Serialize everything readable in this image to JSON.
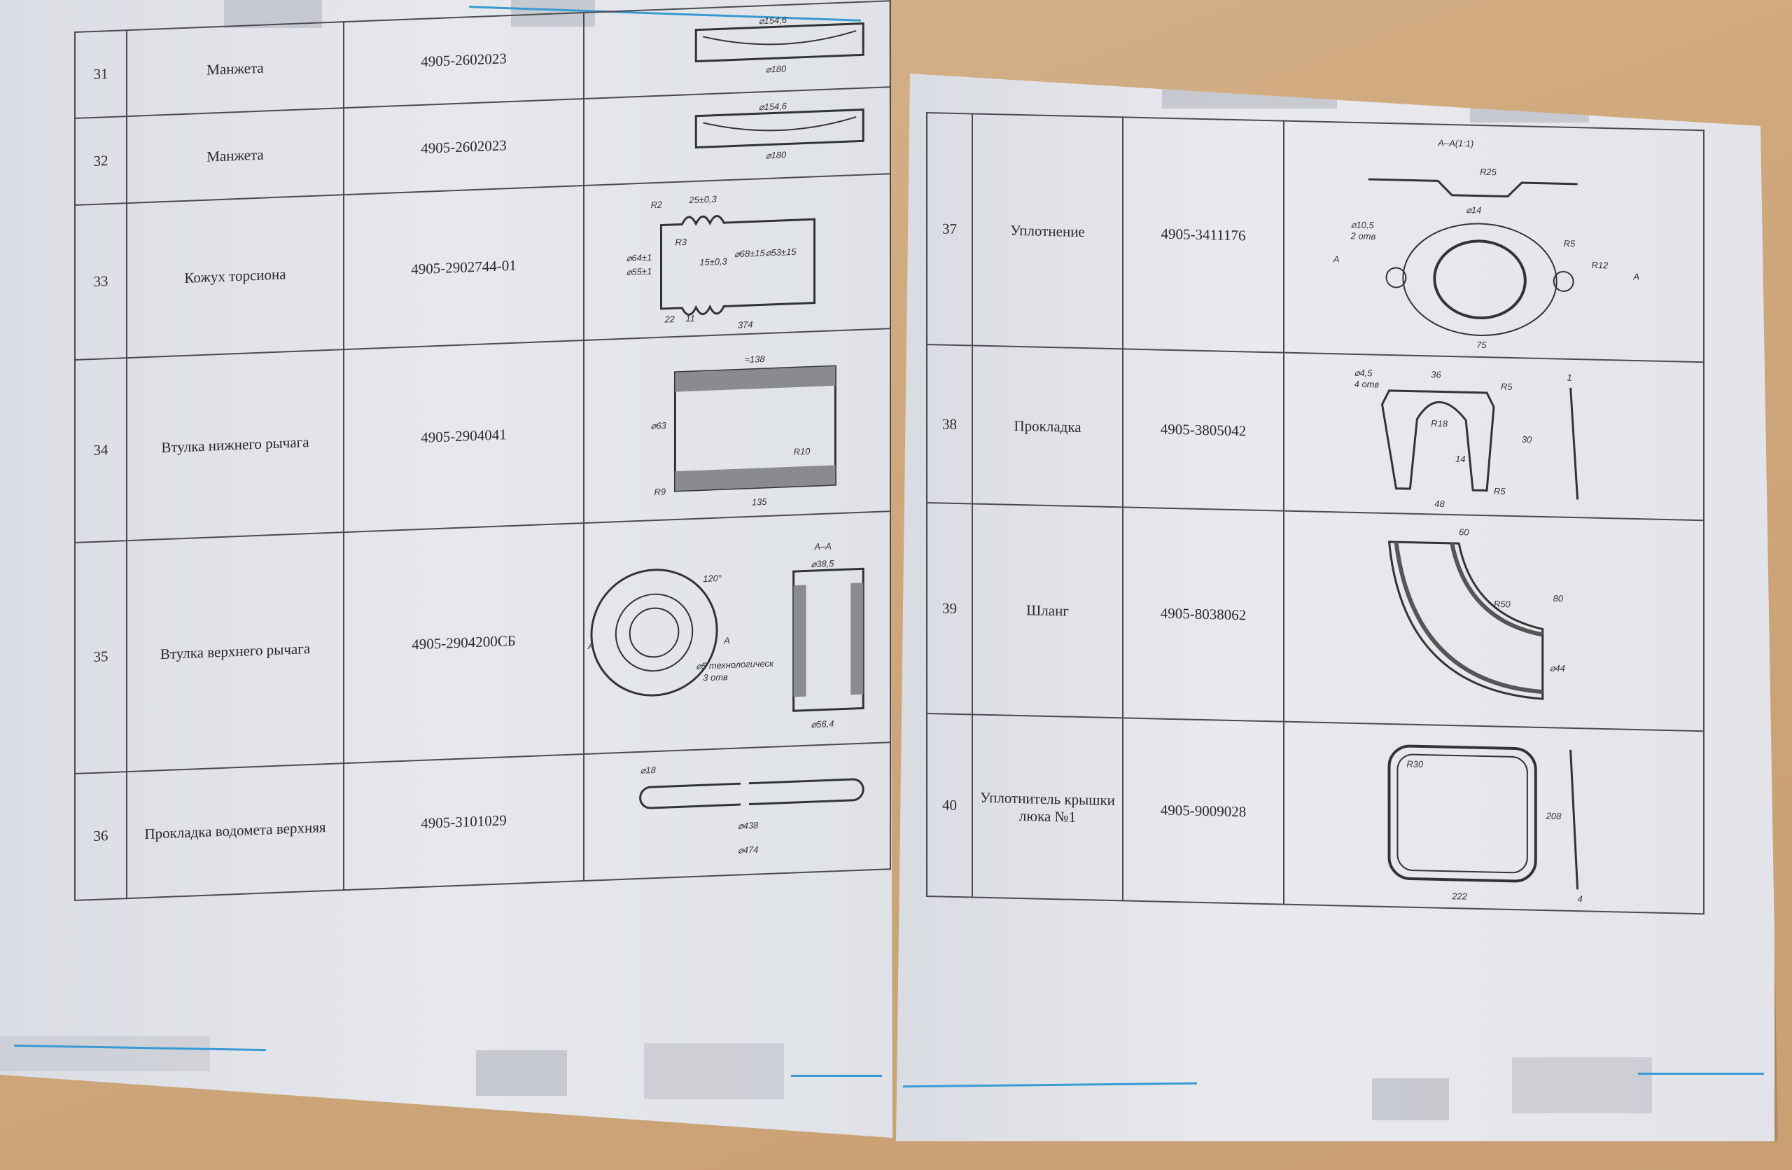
{
  "left_page": {
    "rows": [
      {
        "num": "31",
        "name": "Манжета",
        "code": "4905-2602023",
        "dims": [
          "⌀154,6",
          "⌀180"
        ]
      },
      {
        "num": "32",
        "name": "Манжета",
        "code": "4905-2602023",
        "dims": [
          "⌀154,6",
          "⌀180"
        ]
      },
      {
        "num": "33",
        "name": "Кожух торсиона",
        "code": "4905-2902744-01",
        "dims": [
          "R2",
          "25±0,3",
          "R3",
          "⌀64±1",
          "⌀55±1",
          "15±0,3",
          "⌀68±15",
          "⌀53±15",
          "22",
          "11",
          "374"
        ]
      },
      {
        "num": "34",
        "name": "Втулка нижнего рычага",
        "code": "4905-2904041",
        "dims": [
          "≈138",
          "⌀63",
          "R10",
          "R9",
          "135"
        ]
      },
      {
        "num": "35",
        "name": "Втулка верхнего рычага",
        "code": "4905-2904200СБ",
        "dims": [
          "А–А",
          "120°",
          "А",
          "А",
          "⌀5 технологическ",
          "3 отв",
          "⌀38,5",
          "⌀56,4"
        ]
      },
      {
        "num": "36",
        "name": "Прокладка водомета верхняя",
        "code": "4905-3101029",
        "dims": [
          "⌀18",
          "⌀438",
          "⌀474"
        ]
      }
    ]
  },
  "right_page": {
    "rows": [
      {
        "num": "37",
        "name": "Уплотнение",
        "code": "4905-3411176",
        "dims": [
          "А–А(1:1)",
          "R25",
          "⌀14",
          "⌀10,5",
          "2 отв",
          "А",
          "А",
          "R5",
          "R12",
          "75"
        ]
      },
      {
        "num": "38",
        "name": "Прокладка",
        "code": "4905-3805042",
        "dims": [
          "⌀4,5",
          "4 отв",
          "36",
          "R5",
          "R18",
          "30",
          "14",
          "48",
          "R5",
          "1"
        ]
      },
      {
        "num": "39",
        "name": "Шланг",
        "code": "4905-8038062",
        "dims": [
          "60",
          "R50",
          "80",
          "⌀44"
        ]
      },
      {
        "num": "40",
        "name": "Уплотнитель крышки люка №1",
        "code": "4905-9009028",
        "dims": [
          "R30",
          "208",
          "222",
          "4"
        ]
      }
    ]
  },
  "colors": {
    "background": "#cfa77c",
    "paper": "#e3e5ea",
    "accent": "#3a9ad4"
  }
}
